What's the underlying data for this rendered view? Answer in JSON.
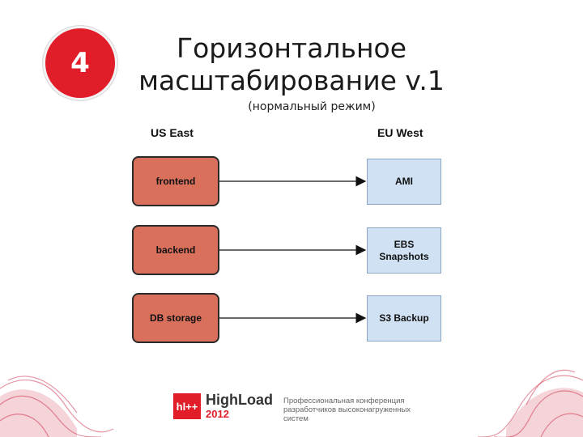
{
  "slide": {
    "number": "4",
    "title_line1": "Горизонтальное",
    "title_line2": "масштабирование v.1",
    "subtitle": "(нормальный режим)"
  },
  "diagram": {
    "left_header": "US East",
    "right_header": "EU West",
    "rows": [
      {
        "source": "frontend",
        "target": "AMI"
      },
      {
        "source": "backend",
        "target": "EBS\nSnapshots"
      },
      {
        "source": "DB storage",
        "target": "S3 Backup"
      }
    ]
  },
  "footer": {
    "logo_mark": "hl++",
    "logo_name": "HighLoad",
    "logo_year": "2012",
    "text": "Профессиональная конференция разработчиков высоконагруженных систем"
  },
  "colors": {
    "accent_red": "#e11d2a",
    "source_box": "#d8705c",
    "target_box": "#cfe1f3"
  }
}
